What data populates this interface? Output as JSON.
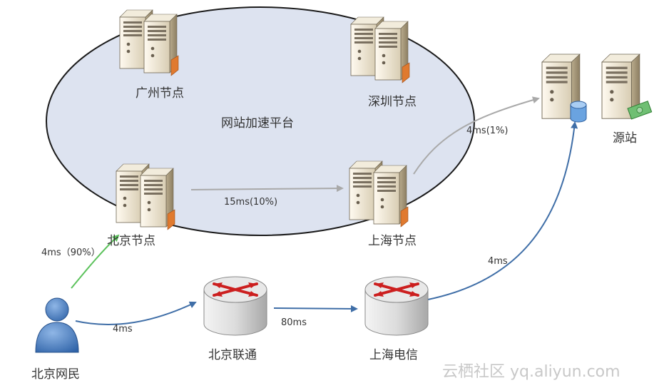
{
  "platform": {
    "label": "网站加速平台"
  },
  "nodes": {
    "guangzhou": "广州节点",
    "shenzhen": "深圳节点",
    "beijing": "北京节点",
    "shanghai": "上海节点",
    "origin": "源站"
  },
  "routers": {
    "unicom": "北京联通",
    "telecom": "上海电信"
  },
  "user": {
    "label": "北京网民"
  },
  "links": {
    "user_to_beijing": "4ms（90%）",
    "beijing_to_shanghai": "15ms(10%)",
    "shanghai_to_origin": "4ms(1%)",
    "user_to_unicom": "4ms",
    "unicom_to_telecom": "80ms",
    "telecom_to_origin": "4ms"
  },
  "watermark": "云栖社区 yq.aliyun.com",
  "colors": {
    "ellipse_fill": "#dde3f0",
    "ellipse_stroke": "#1a1a1a",
    "green_arrow": "#5cc25c",
    "gray_arrow": "#a9a9a9",
    "blue_arrow": "#3f6ea7"
  }
}
